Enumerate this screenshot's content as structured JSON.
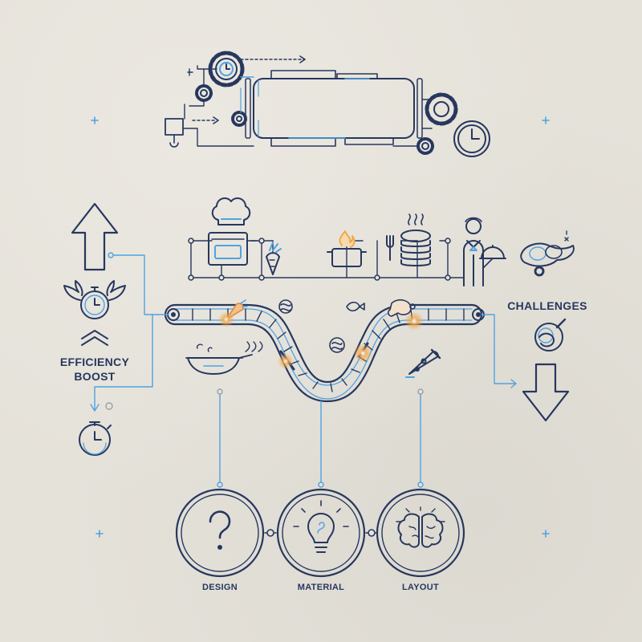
{
  "labels": {
    "efficiency": "EFFICIENCY",
    "boost": "BOOST",
    "challenges": "CHALLENGES",
    "design": "DESIGN",
    "material": "MATERIAL",
    "layout": "LAYOUT"
  },
  "colors": {
    "navy": "#27375e",
    "blue": "#4fa3e0",
    "glow": "#f3a84a",
    "background": "#e5e2da"
  },
  "icons": [
    "gear-icon",
    "clock-icon",
    "chef-hat-icon",
    "stove-icon",
    "carrot-icon",
    "pot-fire-icon",
    "fork-icon",
    "plate-stack-icon",
    "waiter-icon",
    "cloche-icon",
    "arrow-up-icon",
    "stopwatch-wings-icon",
    "chevron-up-icon",
    "stopwatch-icon",
    "wok-icon",
    "pizza-slice-icon",
    "arrow-down-icon",
    "tangle-icon",
    "question-icon",
    "lightbulb-icon",
    "brain-icon",
    "conveyor-belt-icon"
  ]
}
